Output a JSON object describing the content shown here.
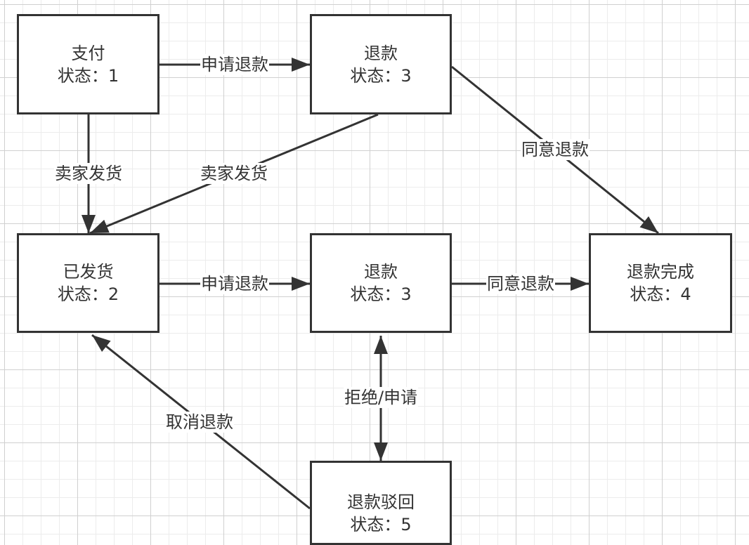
{
  "nodes": [
    {
      "id": "pay",
      "title": "支付",
      "status": "状态：1"
    },
    {
      "id": "refund_top",
      "title": "退款",
      "status": "状态：3"
    },
    {
      "id": "shipped",
      "title": "已发货",
      "status": "状态：2"
    },
    {
      "id": "refund_mid",
      "title": "退款",
      "status": "状态：3"
    },
    {
      "id": "refund_done",
      "title": "退款完成",
      "status": "状态：4"
    },
    {
      "id": "refund_rejected",
      "title": "退款驳回",
      "status": "状态：5"
    }
  ],
  "edges": [
    {
      "from": "pay",
      "to": "refund_top",
      "label": "申请退款"
    },
    {
      "from": "pay",
      "to": "shipped",
      "label": "卖家发货"
    },
    {
      "from": "refund_top",
      "to": "shipped",
      "label": "卖家发货"
    },
    {
      "from": "refund_top",
      "to": "refund_done",
      "label": "同意退款"
    },
    {
      "from": "shipped",
      "to": "refund_mid",
      "label": "申请退款"
    },
    {
      "from": "refund_mid",
      "to": "refund_done",
      "label": "同意退款"
    },
    {
      "from": "refund_mid",
      "to": "refund_rejected",
      "label": "拒绝/申请",
      "bidirectional": true
    },
    {
      "from": "refund_rejected",
      "to": "shipped",
      "label": "取消退款"
    }
  ],
  "colors": {
    "stroke": "#333333",
    "grid": "#d0d0d0",
    "background": "#ffffff"
  }
}
